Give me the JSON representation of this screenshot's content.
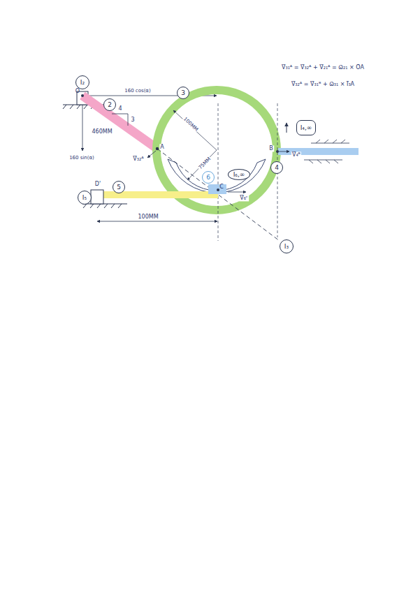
{
  "diagram": {
    "nodes": [
      {
        "text": [
          "I₂"
        ]
      },
      {
        "text": [
          "2"
        ]
      },
      {
        "text": [
          "3"
        ]
      },
      {
        "text": [
          "I₄,∞"
        ]
      },
      {
        "text": [
          "4"
        ]
      },
      {
        "text": [
          "I₆,∞"
        ]
      },
      {
        "text": [
          "6"
        ]
      },
      {
        "text": [
          "I₅"
        ]
      },
      {
        "text": [
          "5"
        ]
      },
      {
        "text": [
          "I₃"
        ]
      }
    ],
    "labels": [
      "V⃗₃₁ᴬ = V⃗₃₂ᴬ + V⃗₂₁ᴬ = ω⃗₂₁ × O⃗A",
      "V⃗₃₂ᴬ = V⃗₃₁ᴮ + ω⃗₃₁ × I⃗₃A",
      "O",
      "160 cos(α)",
      "160 sin(α)",
      "4",
      "3",
      "460MM",
      "A",
      "V⃗₃₂ᴬ",
      "100MM",
      "75MM",
      "B",
      "V⃗₄ᴮ",
      "C",
      "V⃗₆ᶜ",
      "D'",
      "100MM"
    ]
  }
}
